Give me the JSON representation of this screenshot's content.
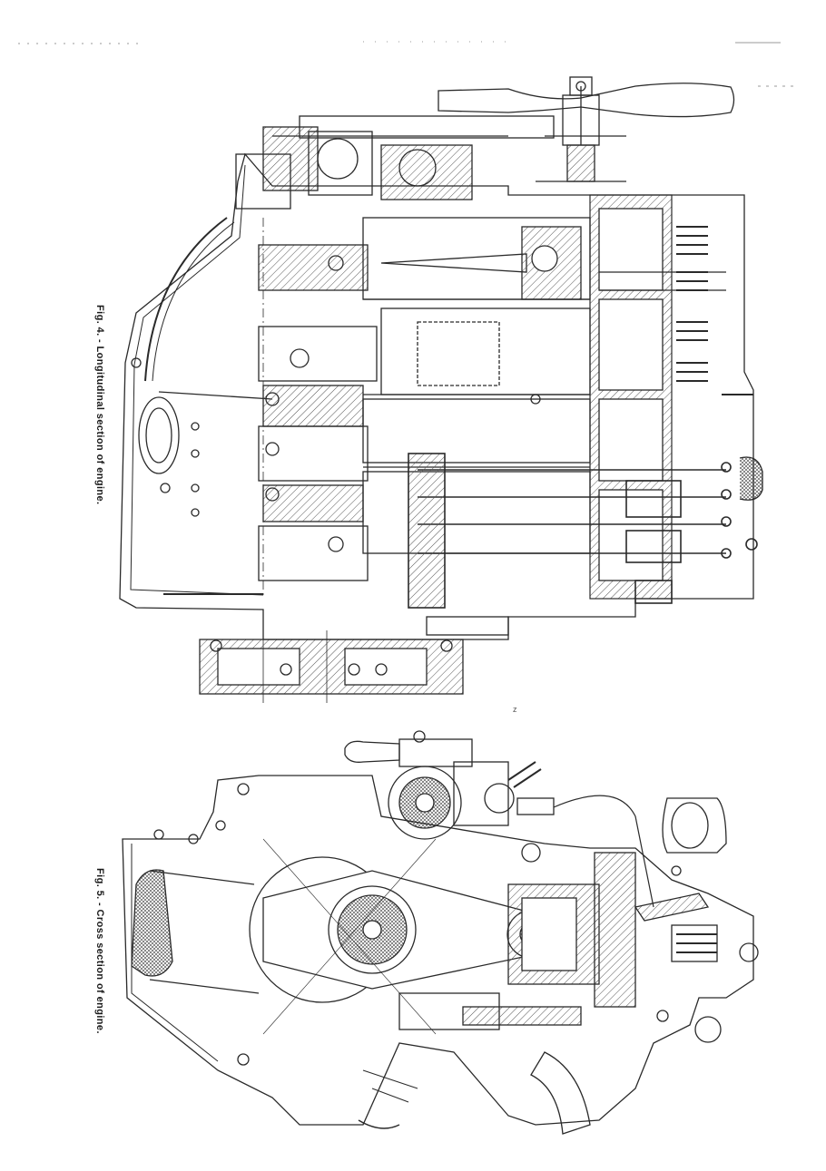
{
  "page": {
    "figures": [
      {
        "id": "fig4",
        "caption": "Fig. 4. - Longitudinal section of engine."
      },
      {
        "id": "fig5",
        "caption": "Fig. 5. - Cross section of engine."
      }
    ]
  },
  "style": {
    "ink_color": "#2a2a2a",
    "paper_color": "#ffffff",
    "hatch_color": "#555555"
  }
}
